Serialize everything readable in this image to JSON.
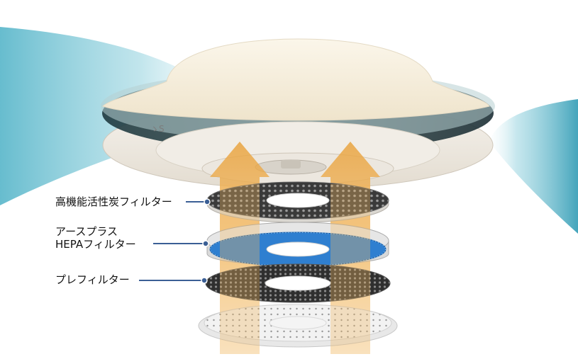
{
  "labels": {
    "carbon_filter": "高機能活性炭フィルター",
    "hepa_filter_line1": "アースプラス",
    "hepa_filter_line2": "HEPAフィルター",
    "pre_filter": "プレフィルター"
  },
  "unit_marking": "ゝS",
  "colors": {
    "air_flow": "#4aa9bf",
    "leader_line": "#3b5f95",
    "arrow": "#f2b760",
    "hepa_blue": "#2f7fd0",
    "mesh_dark": "#3a3a3a"
  }
}
